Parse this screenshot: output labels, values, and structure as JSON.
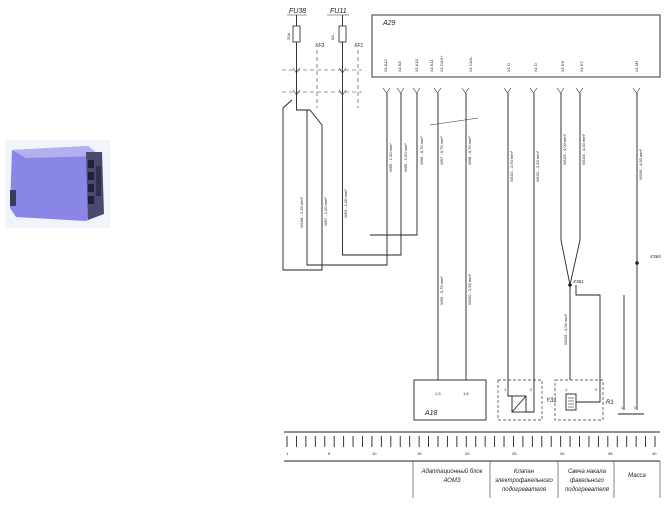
{
  "components": {
    "fuse_1": "FU38",
    "fuse_1_rating": "20A",
    "fuse_1_socket": "XF3",
    "fuse_2": "FU11",
    "fuse_2_rating": "5A",
    "fuse_2_socket": "XF1",
    "ecu": "A29",
    "adaptation_unit": "A18",
    "valve": "Y31",
    "glow_plug": "R1",
    "splice_1": "ХЗ61",
    "splice_2": "ХЗ65"
  },
  "pins": {
    "ecu": [
      "X1 A12",
      "X1 A8",
      "X1 A10",
      "X1 A11",
      "X1 CAN+",
      "X1 CAN-",
      "X1 D",
      "X1 D",
      "X1 K6",
      "X1 K7",
      "X1 M1"
    ],
    "unit": [
      "1,5",
      "1,6"
    ],
    "valve": [
      "1",
      "2"
    ],
    "plug": [
      "1",
      "2"
    ],
    "ground": [
      "1",
      "2"
    ]
  },
  "wires": {
    "w1": "W198 - 2,50 mm²",
    "w2": "W97 - 1,00 mm²",
    "w3": "W93 - 1,00 mm²",
    "w4": "W95 - 1,00 mm²",
    "w5": "W95 - 2,50 mm²",
    "w6": "W96 - 0,75 mm²",
    "w7": "W97 - 0,75 mm²",
    "w8": "W98 - 0,75 mm²",
    "w9": "W99 - 0,75 mm²",
    "w10": "W100 - 2,50 mm²",
    "w11": "W101 - 2,50 mm²",
    "w12": "W102 - 2,50 mm²",
    "w13": "W103 - 4,00 mm²",
    "w14": "W104 - 4,00 mm²",
    "w15": "W105 - 4,00 mm²",
    "w16": "W106 - 4,00 mm²"
  },
  "ruler": {
    "numbers": [
      "1",
      "5",
      "10",
      "15",
      "20",
      "25",
      "30",
      "35",
      "40"
    ]
  },
  "footer": {
    "unit_label_1": "Адаптационный блок",
    "unit_label_2": "АОМЗ",
    "valve_label_1": "Клапан",
    "valve_label_2": "электрофакельного",
    "valve_label_3": "подогревателя",
    "plug_label_1": "Свеча накала",
    "plug_label_2": "факельного",
    "plug_label_3": "подогревателя",
    "ground_label": "Масса"
  },
  "colors": {
    "thumbnail_body": "#8a86e6",
    "thumbnail_shadow": "#3a3a5a"
  }
}
